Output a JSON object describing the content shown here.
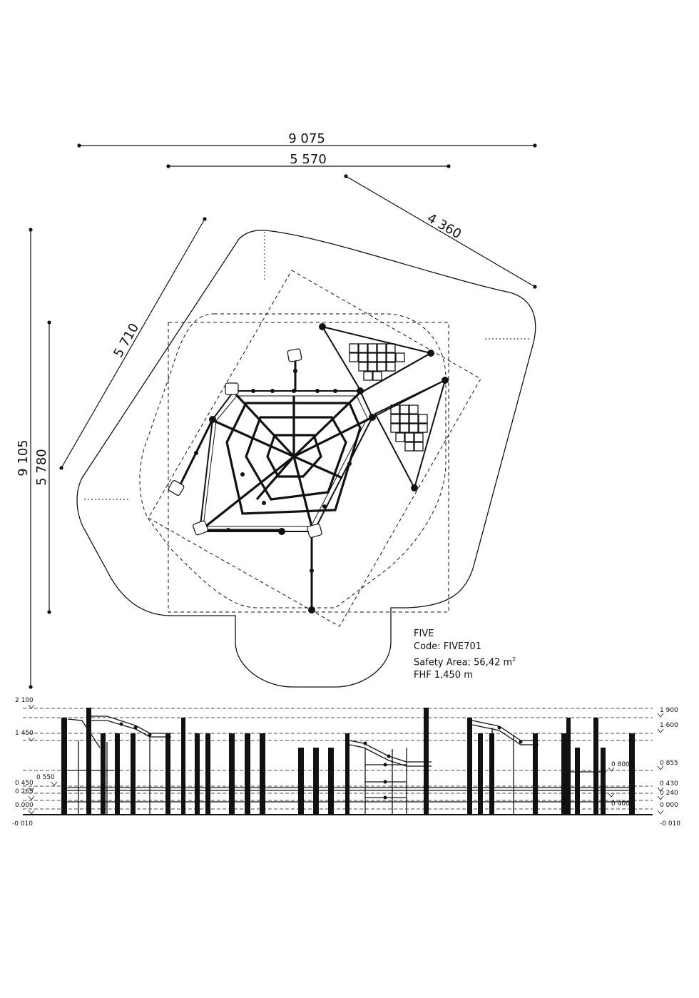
{
  "dimensions": {
    "overall_width": "9 075",
    "inner_width": "5 570",
    "diagonal_width": "4 360",
    "diagonal_length": "5 710",
    "overall_height": "9 105",
    "inner_height": "5 780"
  },
  "product": {
    "name": "FIVE",
    "code": "Code: FIVE701",
    "safety_area_prefix": "Safety Area: 56,42 m",
    "safety_area_sup": "2",
    "fhf": "FHF 1,450 m"
  },
  "elevation_levels": {
    "left": [
      "2 100",
      "1 450",
      "0 550",
      "0 450",
      "0 265",
      "0.000",
      "-0 010"
    ],
    "right": [
      "1 900",
      "1 600",
      "0 855",
      "0 800",
      "0 430",
      "0 240",
      "0 400",
      "0 000",
      "-0 010"
    ]
  }
}
